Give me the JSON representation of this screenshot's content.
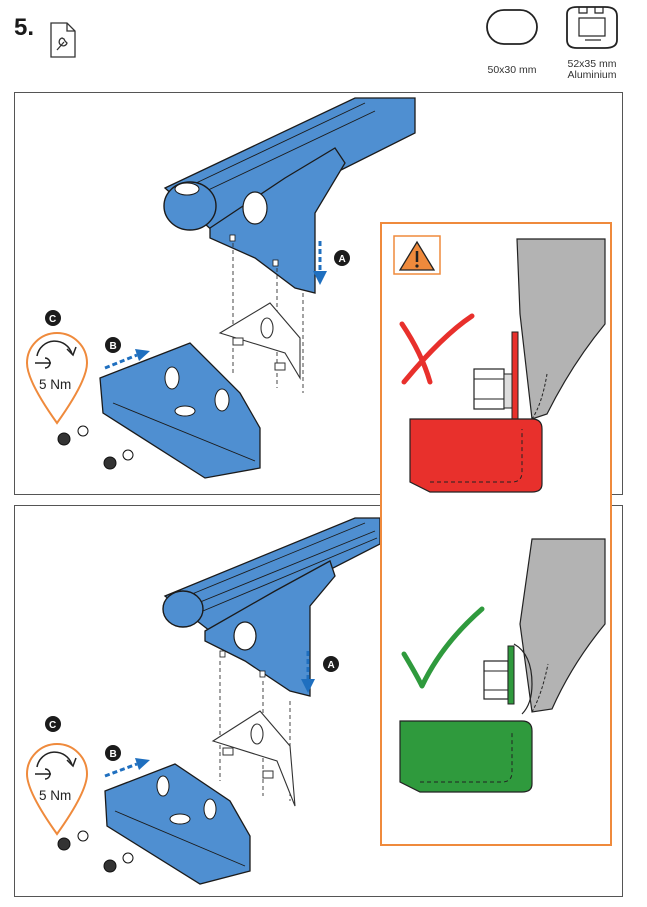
{
  "step": {
    "number": "5."
  },
  "profiles": [
    {
      "label_line1": "50x30 mm",
      "label_line2": ""
    },
    {
      "label_line1": "52x35 mm",
      "label_line2": "Aluminium"
    }
  ],
  "top_panel": {
    "badge_a": "A",
    "badge_b": "B",
    "badge_c": "C",
    "torque": "5 Nm"
  },
  "bottom_panel": {
    "badge_a": "A",
    "badge_b": "B",
    "badge_c": "C",
    "torque": "5 Nm"
  },
  "warning": {
    "icon": "warning-triangle-icon",
    "wrong_icon": "cross-icon",
    "right_icon": "check-icon"
  },
  "colors": {
    "accent_orange": "#ef8a3c",
    "part_blue": "#4f8fd1",
    "wrong_red": "#e8302c",
    "right_green": "#2f9a3d",
    "bar_grey": "#b3b3b3"
  }
}
